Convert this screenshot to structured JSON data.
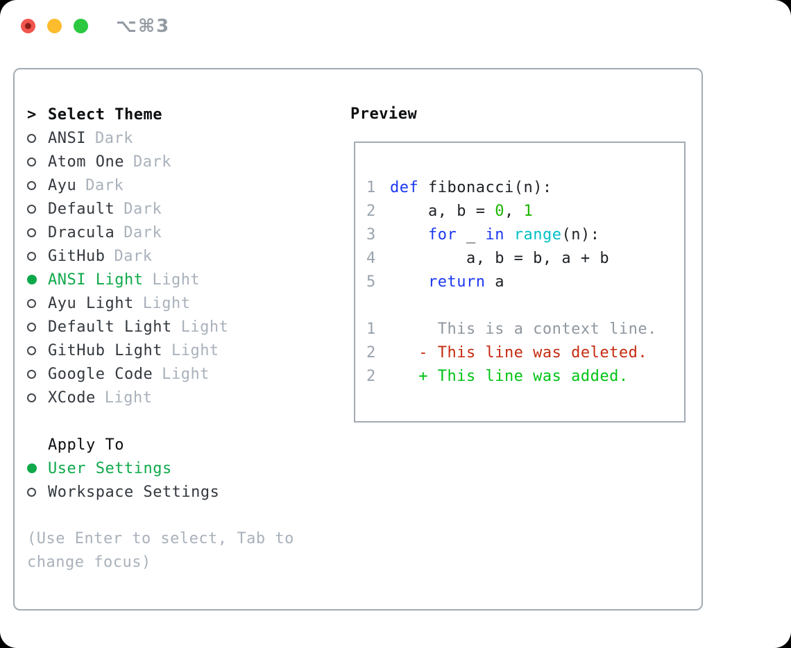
{
  "titlebar": {
    "shortcut_label": "⌥⌘3"
  },
  "palette": {
    "fg": "#1d2125",
    "list_fg": "#33383e",
    "heading": "#0c0e10",
    "muted": "#a9b1bb",
    "line_number": "#9aa3ad",
    "selected_green": "#0fa94a",
    "keyword": "#1b38f2",
    "builtin": "#00bfc8",
    "number": "#1cb400",
    "context": "#8f979f",
    "deleted": "#c52b10",
    "added": "#00c414",
    "border": "#a2aab4",
    "traffic_red": "#f2564d",
    "traffic_yellow": "#fcbc2d",
    "traffic_green": "#2bc840"
  },
  "left": {
    "title": "Select Theme",
    "prompt": ">",
    "themes": [
      {
        "name": "ANSI",
        "variant": "Dark",
        "selected": false
      },
      {
        "name": "Atom One",
        "variant": "Dark",
        "selected": false
      },
      {
        "name": "Ayu",
        "variant": "Dark",
        "selected": false
      },
      {
        "name": "Default",
        "variant": "Dark",
        "selected": false
      },
      {
        "name": "Dracula",
        "variant": "Dark",
        "selected": false
      },
      {
        "name": "GitHub",
        "variant": "Dark",
        "selected": false
      },
      {
        "name": "ANSI Light",
        "variant": "Light",
        "selected": true
      },
      {
        "name": "Ayu Light",
        "variant": "Light",
        "selected": false
      },
      {
        "name": "Default Light",
        "variant": "Light",
        "selected": false
      },
      {
        "name": "GitHub Light",
        "variant": "Light",
        "selected": false
      },
      {
        "name": "Google Code",
        "variant": "Light",
        "selected": false
      },
      {
        "name": "XCode",
        "variant": "Light",
        "selected": false
      }
    ],
    "apply_to": {
      "title": "Apply To",
      "options": [
        {
          "label": "User Settings",
          "selected": true
        },
        {
          "label": "Workspace Settings",
          "selected": false
        }
      ]
    },
    "help_lines": [
      "(Use Enter to select, Tab to",
      "change focus)"
    ]
  },
  "preview": {
    "title": "Preview",
    "code_lines": [
      {
        "ln": "1",
        "segments": [
          {
            "text": "def",
            "color": "keyword"
          },
          {
            "text": " fibonacci(n):",
            "color": "fg"
          }
        ]
      },
      {
        "ln": "2",
        "segments": [
          {
            "text": "    a, b = ",
            "color": "fg"
          },
          {
            "text": "0",
            "color": "number"
          },
          {
            "text": ", ",
            "color": "fg"
          },
          {
            "text": "1",
            "color": "number"
          }
        ]
      },
      {
        "ln": "3",
        "segments": [
          {
            "text": "    ",
            "color": "fg"
          },
          {
            "text": "for",
            "color": "keyword"
          },
          {
            "text": " _ ",
            "color": "fg"
          },
          {
            "text": "in",
            "color": "keyword"
          },
          {
            "text": " ",
            "color": "fg"
          },
          {
            "text": "range",
            "color": "builtin"
          },
          {
            "text": "(n):",
            "color": "fg"
          }
        ]
      },
      {
        "ln": "4",
        "segments": [
          {
            "text": "        a, b = b, a + b",
            "color": "fg"
          }
        ]
      },
      {
        "ln": "5",
        "segments": [
          {
            "text": "    ",
            "color": "fg"
          },
          {
            "text": "return",
            "color": "keyword"
          },
          {
            "text": " a",
            "color": "fg"
          }
        ]
      }
    ],
    "diff_lines": [
      {
        "ln": "1",
        "text": "     This is a context line.",
        "color": "context"
      },
      {
        "ln": "2",
        "text": "   - This line was deleted.",
        "color": "deleted"
      },
      {
        "ln": "2",
        "text": "   + This line was added.",
        "color": "added"
      }
    ]
  }
}
